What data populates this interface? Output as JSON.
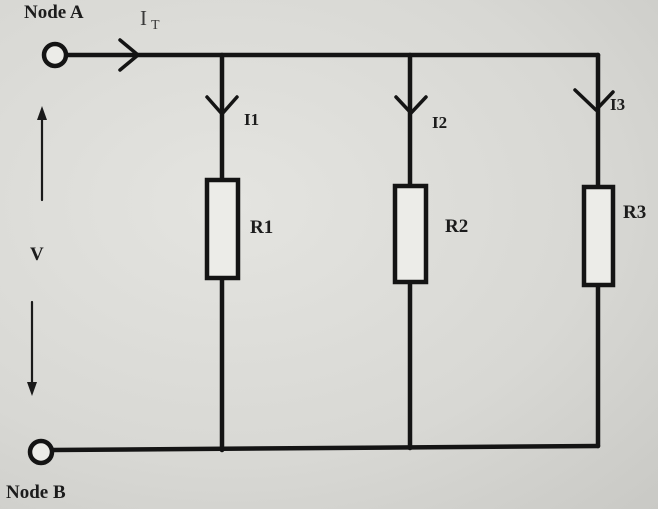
{
  "nodes": {
    "a_label": "Node A",
    "b_label": "Node B"
  },
  "currents": {
    "total_main": "I",
    "total_sub": "T",
    "branch1": "I1",
    "branch2": "I2",
    "branch3": "I3"
  },
  "resistors": {
    "r1": "R1",
    "r2": "R2",
    "r3": "R3"
  },
  "voltage_label": "V",
  "colors": {
    "wire": "#141414",
    "background": "#dcdcd8"
  }
}
